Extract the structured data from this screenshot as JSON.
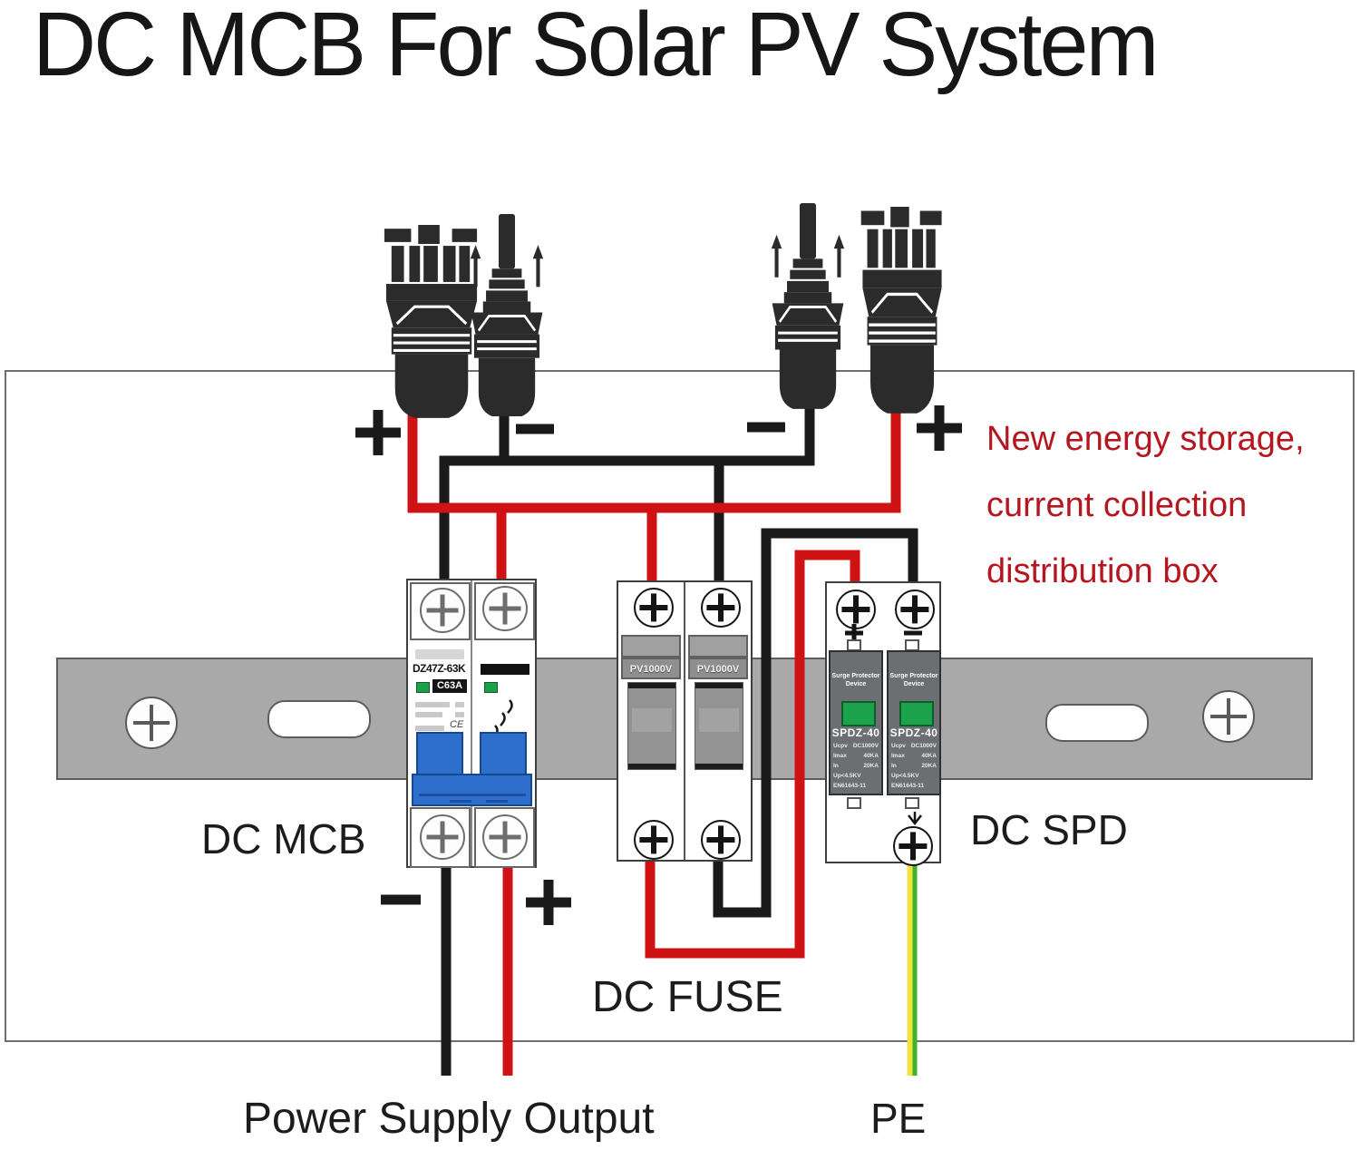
{
  "title": "DC MCB For Solar PV System",
  "annotation": {
    "line1": "New energy storage,",
    "line2": "current collection",
    "line3": "distribution box"
  },
  "labels": {
    "mcb": "DC MCB",
    "fuse": "DC FUSE",
    "spd": "DC SPD",
    "power_output": "Power Supply Output",
    "pe": "PE"
  },
  "signs": {
    "plus": "+",
    "minus": "−"
  },
  "mcb": {
    "model": "DZ47Z-63K",
    "rating": "C63A",
    "cert": "CE"
  },
  "fuse": {
    "holders": [
      "PV1000V",
      "PV1000V"
    ]
  },
  "spd": {
    "modules": [
      {
        "heading1": "Surge Protector",
        "heading2": "Device",
        "model": "SPDZ-40",
        "specs": [
          {
            "k": "Ucpv",
            "v": "DC1000V"
          },
          {
            "k": "Imax",
            "v": "40KA"
          },
          {
            "k": "In",
            "v": "20KA"
          },
          {
            "k": "Up<4.5KV",
            "v": ""
          },
          {
            "k": "EN61643-11",
            "v": ""
          }
        ]
      },
      {
        "heading1": "Surge Protector",
        "heading2": "Device",
        "model": "SPDZ-40",
        "specs": [
          {
            "k": "Ucpv",
            "v": "DC1000V"
          },
          {
            "k": "Imax",
            "v": "40KA"
          },
          {
            "k": "In",
            "v": "20KA"
          },
          {
            "k": "Up<4.5KV",
            "v": ""
          },
          {
            "k": "EN61643-11",
            "v": ""
          }
        ]
      }
    ]
  },
  "colors": {
    "wire_positive": "#cf1315",
    "wire_negative": "#1a1a1a",
    "wire_pe_green": "#3cb32b",
    "wire_pe_yellow": "#f2e33c",
    "annotation_red": "#b5161f",
    "rail_gray": "#a9a9a9",
    "toggle_blue": "#2e6fce",
    "indicator_green": "#1da04a"
  }
}
